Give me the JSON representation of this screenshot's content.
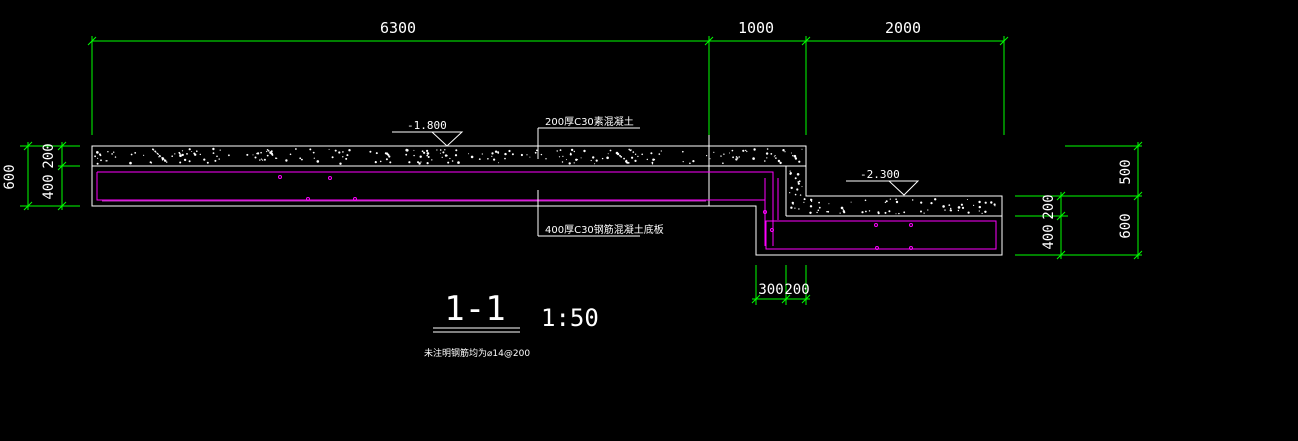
{
  "dimensions": {
    "top": [
      "6300",
      "1000",
      "2000"
    ],
    "left": [
      "600",
      "200",
      "400"
    ],
    "right": [
      "500",
      "200",
      "400",
      "600"
    ],
    "bottom": [
      "300",
      "200"
    ]
  },
  "elevations": [
    "-1.800",
    "-2.300"
  ],
  "callouts": {
    "upper": "200厚C30素混凝土",
    "lower": "400厚C30钢筋混凝土底板"
  },
  "section": {
    "title": "1-1",
    "scale": "1:50",
    "note": "未注明钢筋均为⌀14@200"
  },
  "colors": {
    "background": "#000000",
    "dimension": "#00ff00",
    "outline": "#ffffff",
    "rebar": "#ff00ff"
  }
}
